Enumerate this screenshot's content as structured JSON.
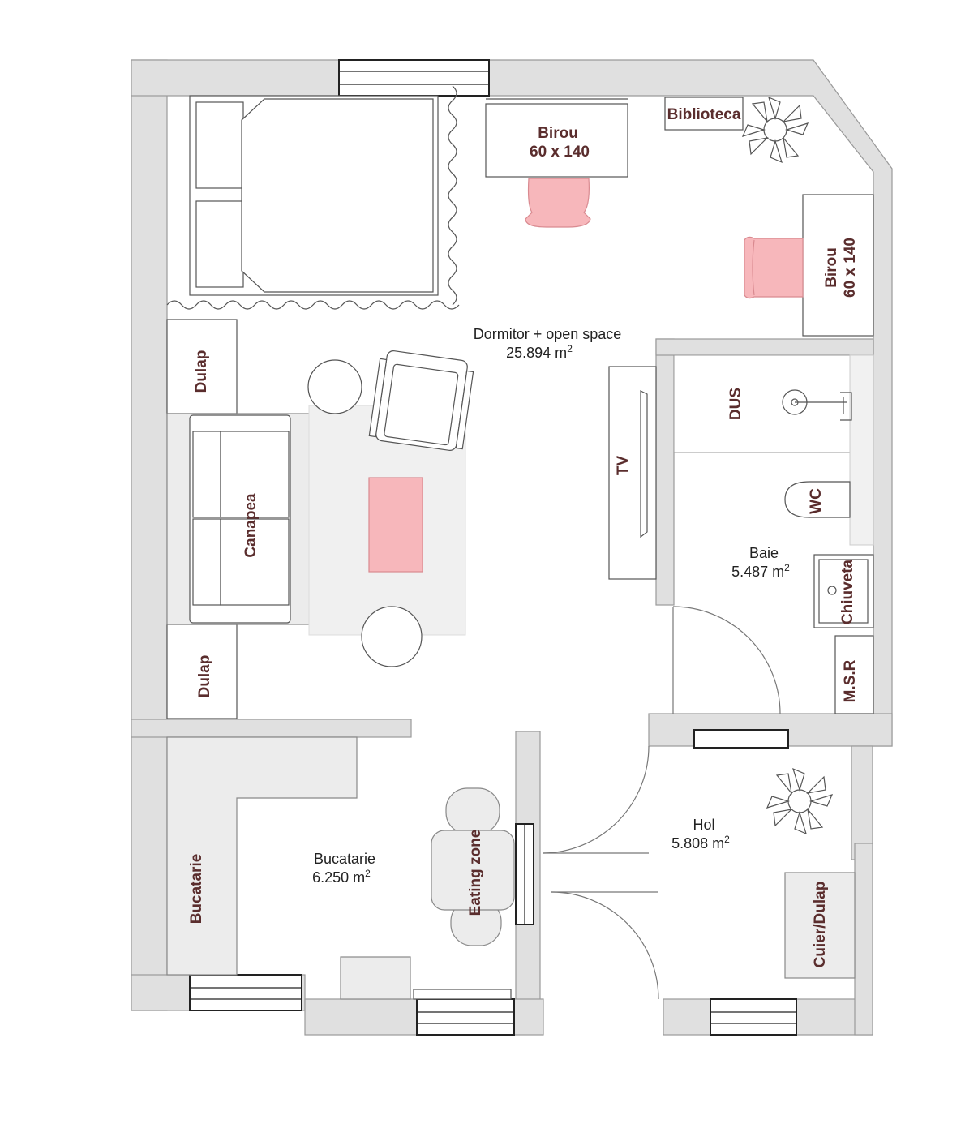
{
  "rooms": {
    "dormitor": {
      "name": "Dormitor + open space",
      "area": "25.894 m",
      "sup": "2"
    },
    "baie": {
      "name": "Baie",
      "area": "5.487 m",
      "sup": "2"
    },
    "bucatarie": {
      "name": "Bucatarie",
      "area": "6.250 m",
      "sup": "2"
    },
    "hol": {
      "name": "Hol",
      "area": "5.808 m",
      "sup": "2"
    }
  },
  "furniture": {
    "birou_top_name": "Birou",
    "birou_top_size": "60 x 140",
    "birou_right_name": "Birou",
    "birou_right_size": "60 x 140",
    "biblioteca": "Biblioteca",
    "dulap_top": "Dulap",
    "dulap_bottom": "Dulap",
    "canapea": "Canapea",
    "tv": "TV",
    "dus": "DUS",
    "wc": "WC",
    "chiuveta": "Chiuveta",
    "msr": "M.S.R",
    "bucatarie_counter": "Bucatarie",
    "eating_zone": "Eating zone",
    "cuier": "Cuier/Dulap"
  },
  "colors": {
    "wall": "#e0e0e0",
    "accent_pink": "#f7b7bb",
    "label": "#5a2d2d"
  }
}
